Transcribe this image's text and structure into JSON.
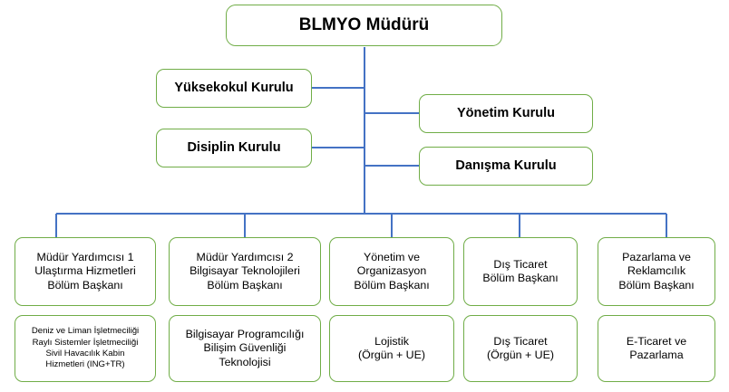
{
  "colors": {
    "box_border": "#70AD47",
    "connector": "#4472C4",
    "text": "#000000",
    "background": "#FFFFFF"
  },
  "org": {
    "root": {
      "label": "BLMYO Müdürü",
      "lines": [
        "BLMYO Müdürü"
      ]
    },
    "councils_left": [
      {
        "label": "Yüksekokul Kurulu",
        "lines": [
          "Yüksekokul Kurulu"
        ]
      },
      {
        "label": "Disiplin Kurulu",
        "lines": [
          "Disiplin Kurulu"
        ]
      }
    ],
    "councils_right": [
      {
        "label": "Yönetim Kurulu",
        "lines": [
          "Yönetim Kurulu"
        ]
      },
      {
        "label": "Danışma Kurulu",
        "lines": [
          "Danışma Kurulu"
        ]
      }
    ],
    "departments": [
      {
        "label": "Müdür Yardımcısı 1 Ulaştırma Hizmetleri Bölüm Başkanı",
        "lines": [
          "Müdür Yardımcısı 1",
          "Ulaştırma Hizmetleri",
          "Bölüm Başkanı"
        ]
      },
      {
        "label": "Müdür Yardımcısı 2 Bilgisayar Teknolojileri Bölüm Başkanı",
        "lines": [
          "Müdür Yardımcısı 2",
          "Bilgisayar Teknolojileri",
          "Bölüm Başkanı"
        ]
      },
      {
        "label": "Yönetim ve Organizasyon Bölüm Başkanı",
        "lines": [
          "Yönetim ve",
          "Organizasyon",
          "Bölüm Başkanı"
        ]
      },
      {
        "label": "Dış Ticaret Bölüm Başkanı",
        "lines": [
          "Dış Ticaret",
          "Bölüm Başkanı"
        ]
      },
      {
        "label": "Pazarlama ve Reklamcılık Bölüm Başkanı",
        "lines": [
          "Pazarlama ve",
          "Reklamcılık",
          "Bölüm Başkanı"
        ]
      }
    ],
    "programs": [
      {
        "label": "Deniz ve Liman İşletmeciliği Raylı Sistemler İşletmeciliği Sivil Havacılık Kabin Hizmetleri (ING+TR)",
        "lines": [
          "Deniz ve Liman İşletmeciliği",
          "Raylı Sistemler İşletmeciliği",
          "Sivil Havacılık Kabin",
          "Hizmetleri (ING+TR)"
        ],
        "size": "small"
      },
      {
        "label": "Bilgisayar Programcılığı Bilişim Güvenliği Teknolojisi",
        "lines": [
          "Bilgisayar Programcılığı",
          "Bilişim Güvenliği",
          "Teknolojisi"
        ],
        "size": "normal"
      },
      {
        "label": "Lojistik (Örgün + UE)",
        "lines": [
          "Lojistik",
          "(Örgün + UE)"
        ],
        "size": "normal"
      },
      {
        "label": "Dış Ticaret (Örgün + UE)",
        "lines": [
          "Dış Ticaret",
          "(Örgün + UE)"
        ],
        "size": "normal"
      },
      {
        "label": "E-Ticaret ve Pazarlama",
        "lines": [
          "E-Ticaret ve",
          "Pazarlama"
        ],
        "size": "normal"
      }
    ]
  }
}
